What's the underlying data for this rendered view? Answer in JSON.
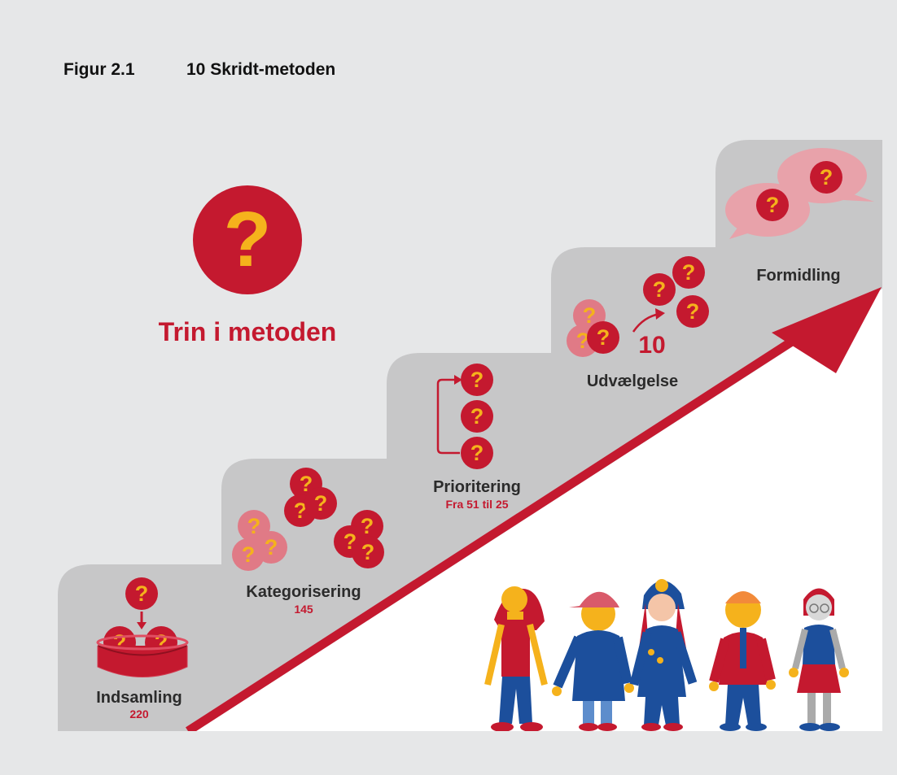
{
  "figure": {
    "number": "Figur 2.1",
    "title": "10 Skridt-metoden"
  },
  "diagram": {
    "heading": "Trin i metoden",
    "steps": [
      {
        "name": "Indsamling",
        "count": "220"
      },
      {
        "name": "Kategorisering",
        "count": "145"
      },
      {
        "name": "Prioritering",
        "count": "Fra 51 til 25"
      },
      {
        "name": "Udvælgelse",
        "count": "10"
      },
      {
        "name": "Formidling",
        "count": ""
      }
    ],
    "icons": [
      "question-mark-icon",
      "bowl-icon",
      "arrow-icon",
      "speech-bubble-icon",
      "person-icon"
    ]
  },
  "colors": {
    "accent_red": "#c4192f",
    "question_yellow": "#f5b21c",
    "step_grey": "#c7c7c8",
    "figure_blue": "#1c4f9c",
    "background": "#e6e7e8"
  }
}
